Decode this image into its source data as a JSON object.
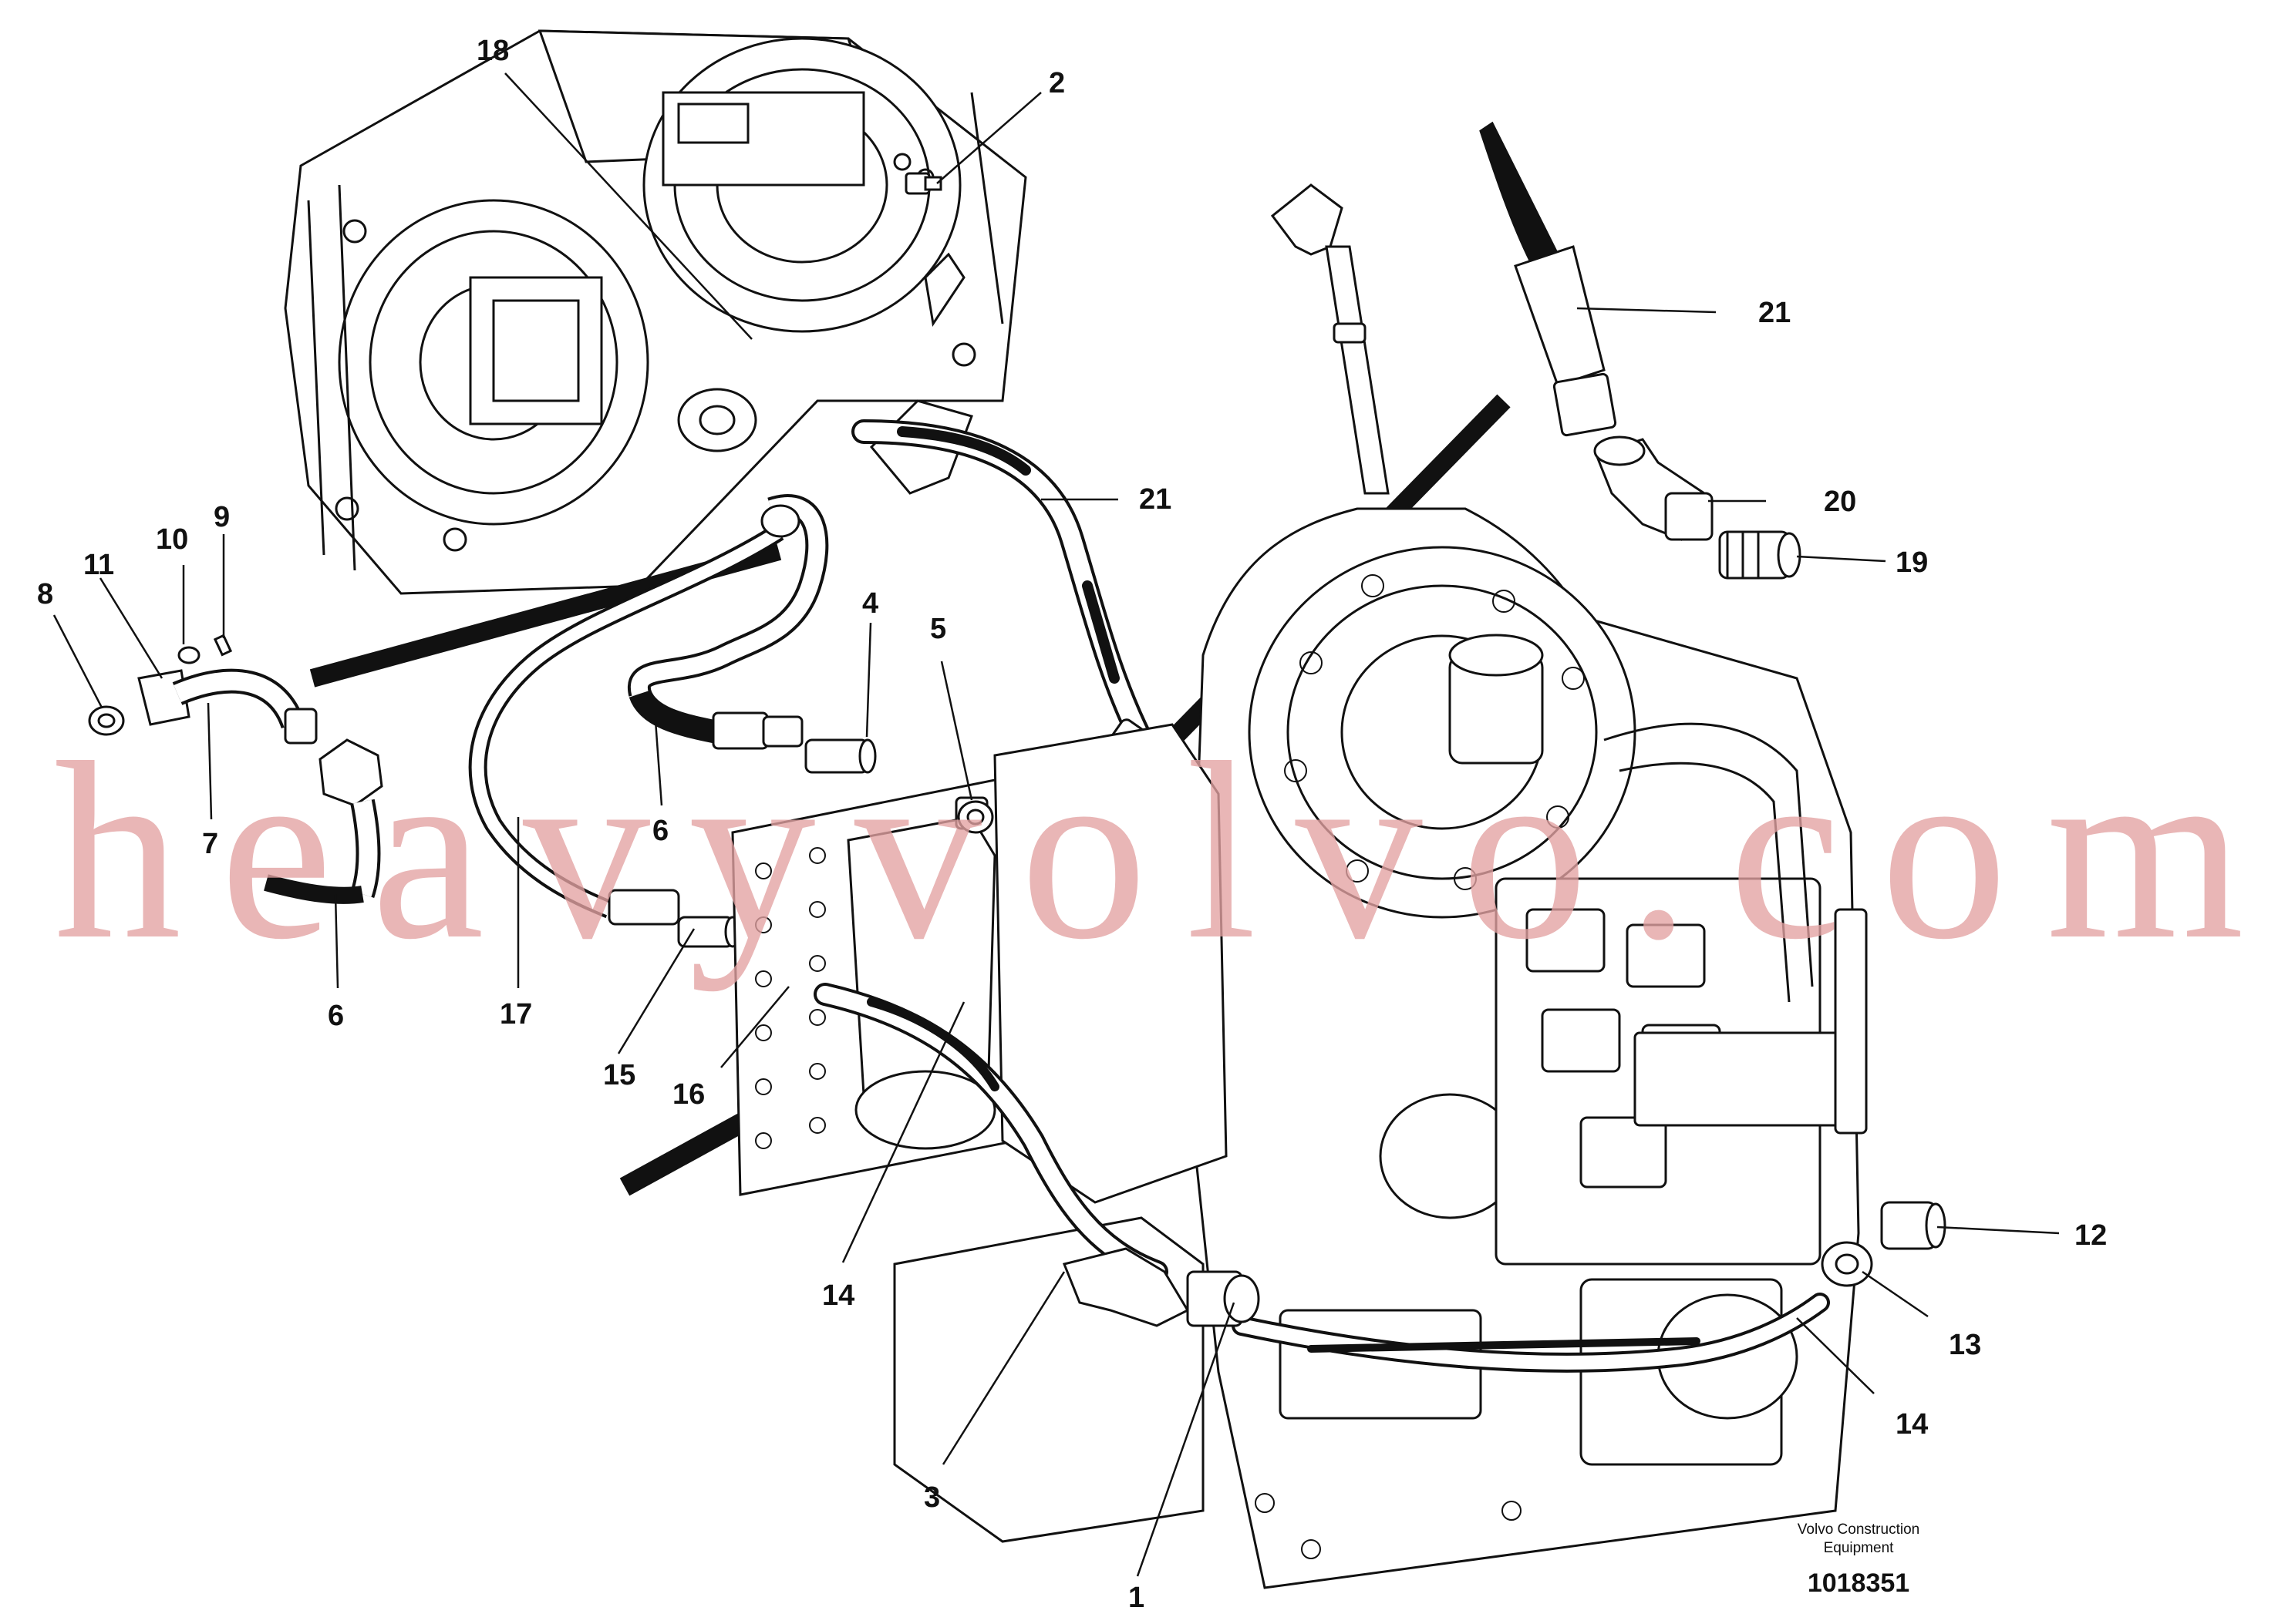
{
  "callouts": [
    "18",
    "2",
    "21",
    "21",
    "20",
    "19",
    "10",
    "9",
    "11",
    "8",
    "7",
    "4",
    "5",
    "6",
    "6",
    "17",
    "15",
    "16",
    "14",
    "3",
    "1",
    "12",
    "13",
    "14"
  ],
  "caption": {
    "brand_line1": "Volvo Construction",
    "brand_line2": "Equipment",
    "drawing_number": "1018351"
  },
  "watermark": "heavyvolvo.com",
  "icons": [
    "motor-pump-assembly",
    "transmission-housing",
    "oil-filter",
    "hydraulic-hoses",
    "nipple-fittings",
    "elbow-fitting",
    "valve-block"
  ],
  "colors": {
    "ink": "#111111",
    "watermark": "#e3a2a2",
    "background": "#ffffff"
  }
}
